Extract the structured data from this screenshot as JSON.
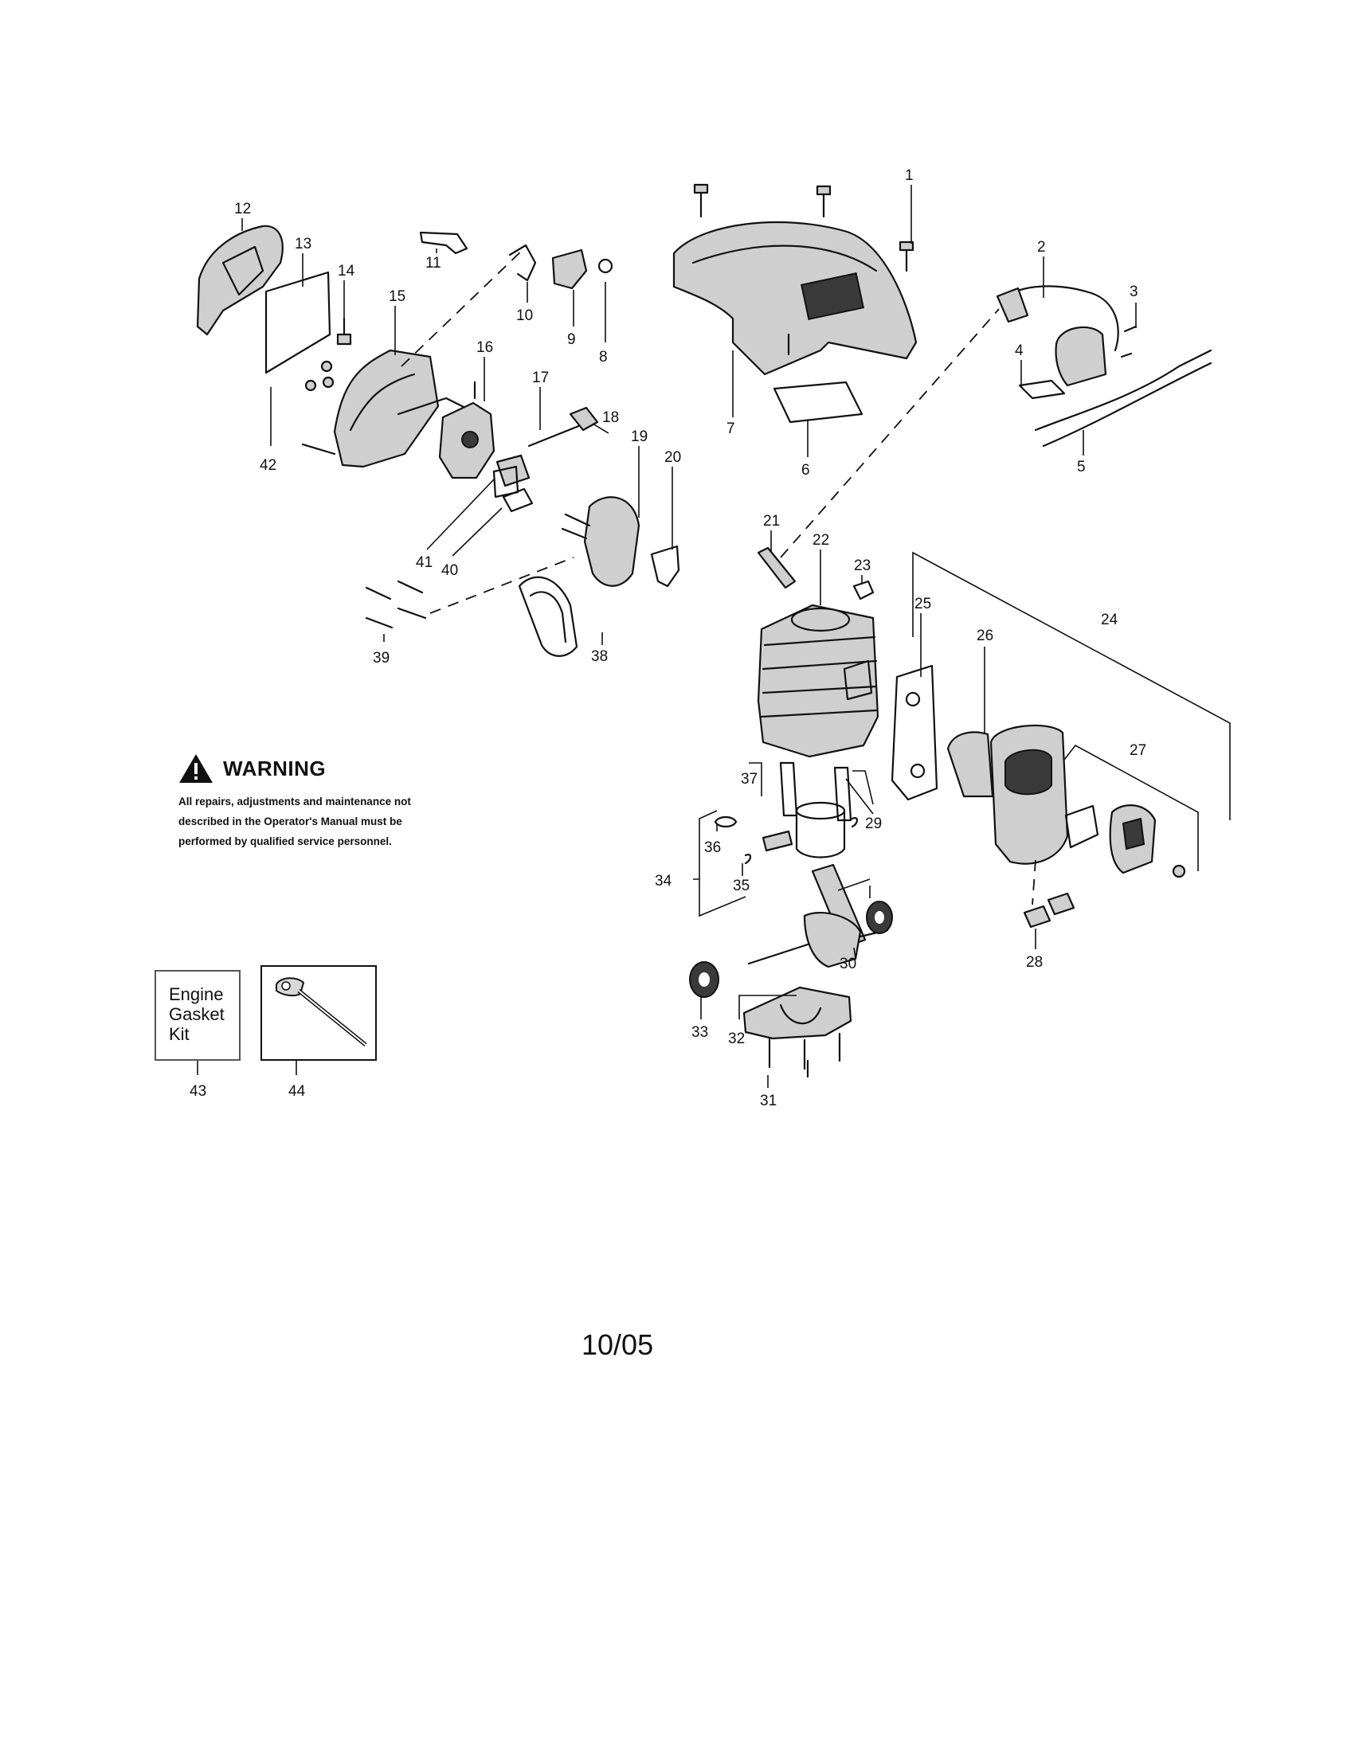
{
  "part_numbers": [
    "1",
    "2",
    "3",
    "4",
    "5",
    "6",
    "7",
    "8",
    "9",
    "10",
    "11",
    "12",
    "13",
    "14",
    "15",
    "16",
    "17",
    "18",
    "19",
    "20",
    "21",
    "22",
    "23",
    "24",
    "25",
    "26",
    "27",
    "28",
    "29",
    "30",
    "31",
    "32",
    "33",
    "34",
    "35",
    "36",
    "37",
    "38",
    "39",
    "40",
    "41",
    "42",
    "43",
    "44"
  ],
  "warning": {
    "title": "WARNING",
    "lines": [
      "All repairs, adjustments and maintenance not",
      "described in the Operator's Manual must be",
      "performed by qualified  service personnel."
    ]
  },
  "kit_box": {
    "lines": [
      "Engine",
      "Gasket",
      "Kit"
    ]
  },
  "date_code": "10/05",
  "icons": {
    "warning": "warning-triangle-icon",
    "tool": "scrench-tool-icon"
  }
}
